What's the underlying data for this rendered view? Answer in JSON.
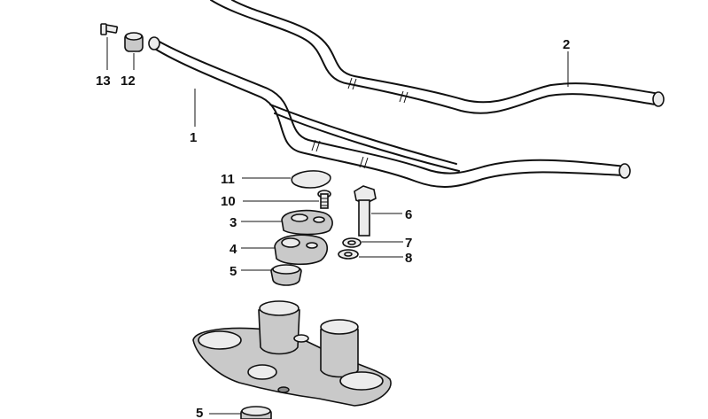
{
  "diagram": {
    "callouts": [
      {
        "id": "c1",
        "label": "1"
      },
      {
        "id": "c2",
        "label": "2"
      },
      {
        "id": "c3",
        "label": "3"
      },
      {
        "id": "c4",
        "label": "4"
      },
      {
        "id": "c5a",
        "label": "5"
      },
      {
        "id": "c5b",
        "label": "5"
      },
      {
        "id": "c6",
        "label": "6"
      },
      {
        "id": "c7",
        "label": "7"
      },
      {
        "id": "c8",
        "label": "8"
      },
      {
        "id": "c10",
        "label": "10"
      },
      {
        "id": "c11",
        "label": "11"
      },
      {
        "id": "c12",
        "label": "12"
      },
      {
        "id": "c13",
        "label": "13"
      }
    ],
    "colors": {
      "line": "#111111",
      "background": "#ffffff",
      "part_fill": "#c9c9c9"
    }
  }
}
